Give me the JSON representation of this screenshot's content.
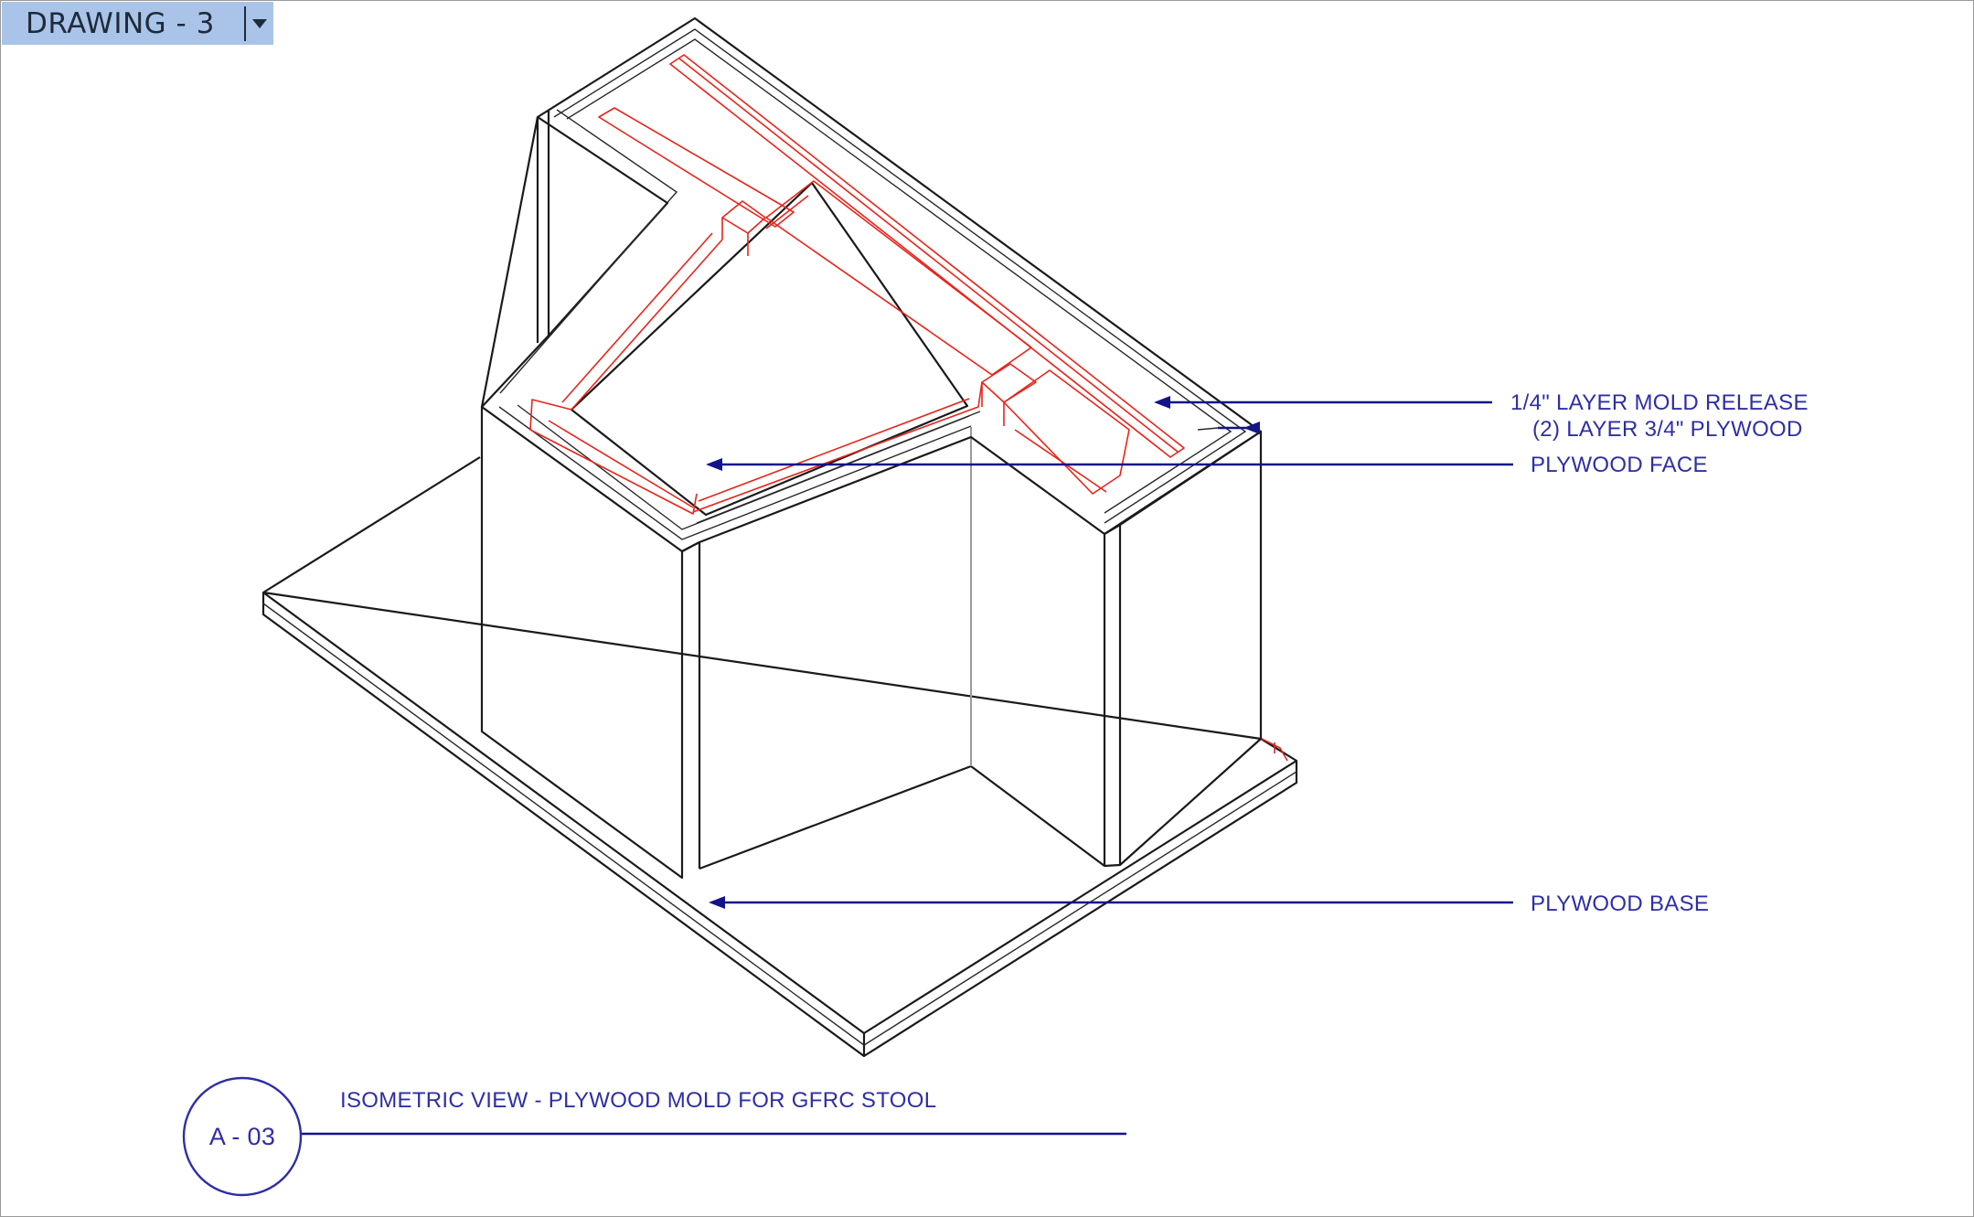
{
  "tab": {
    "title": "DRAWING - 3",
    "dropdown_icon": "chevron-down-icon"
  },
  "annotations": {
    "mold_release": "1/4\" LAYER MOLD RELEASE",
    "plywood_layers": "(2) LAYER 3/4\" PLYWOOD",
    "plywood_face": "PLYWOOD FACE",
    "plywood_base": "PLYWOOD BASE"
  },
  "title_block": {
    "view_title": "ISOMETRIC VIEW - PLYWOOD MOLD FOR GFRC STOOL",
    "sheet_ref": "A - 03"
  },
  "colors": {
    "tab_background": "#a9c4e8",
    "annotation_text": "#2e2ea6",
    "leader_line": "#13138a",
    "mold_release_outline": "#e8241a",
    "linework": "#1a1a1a"
  }
}
